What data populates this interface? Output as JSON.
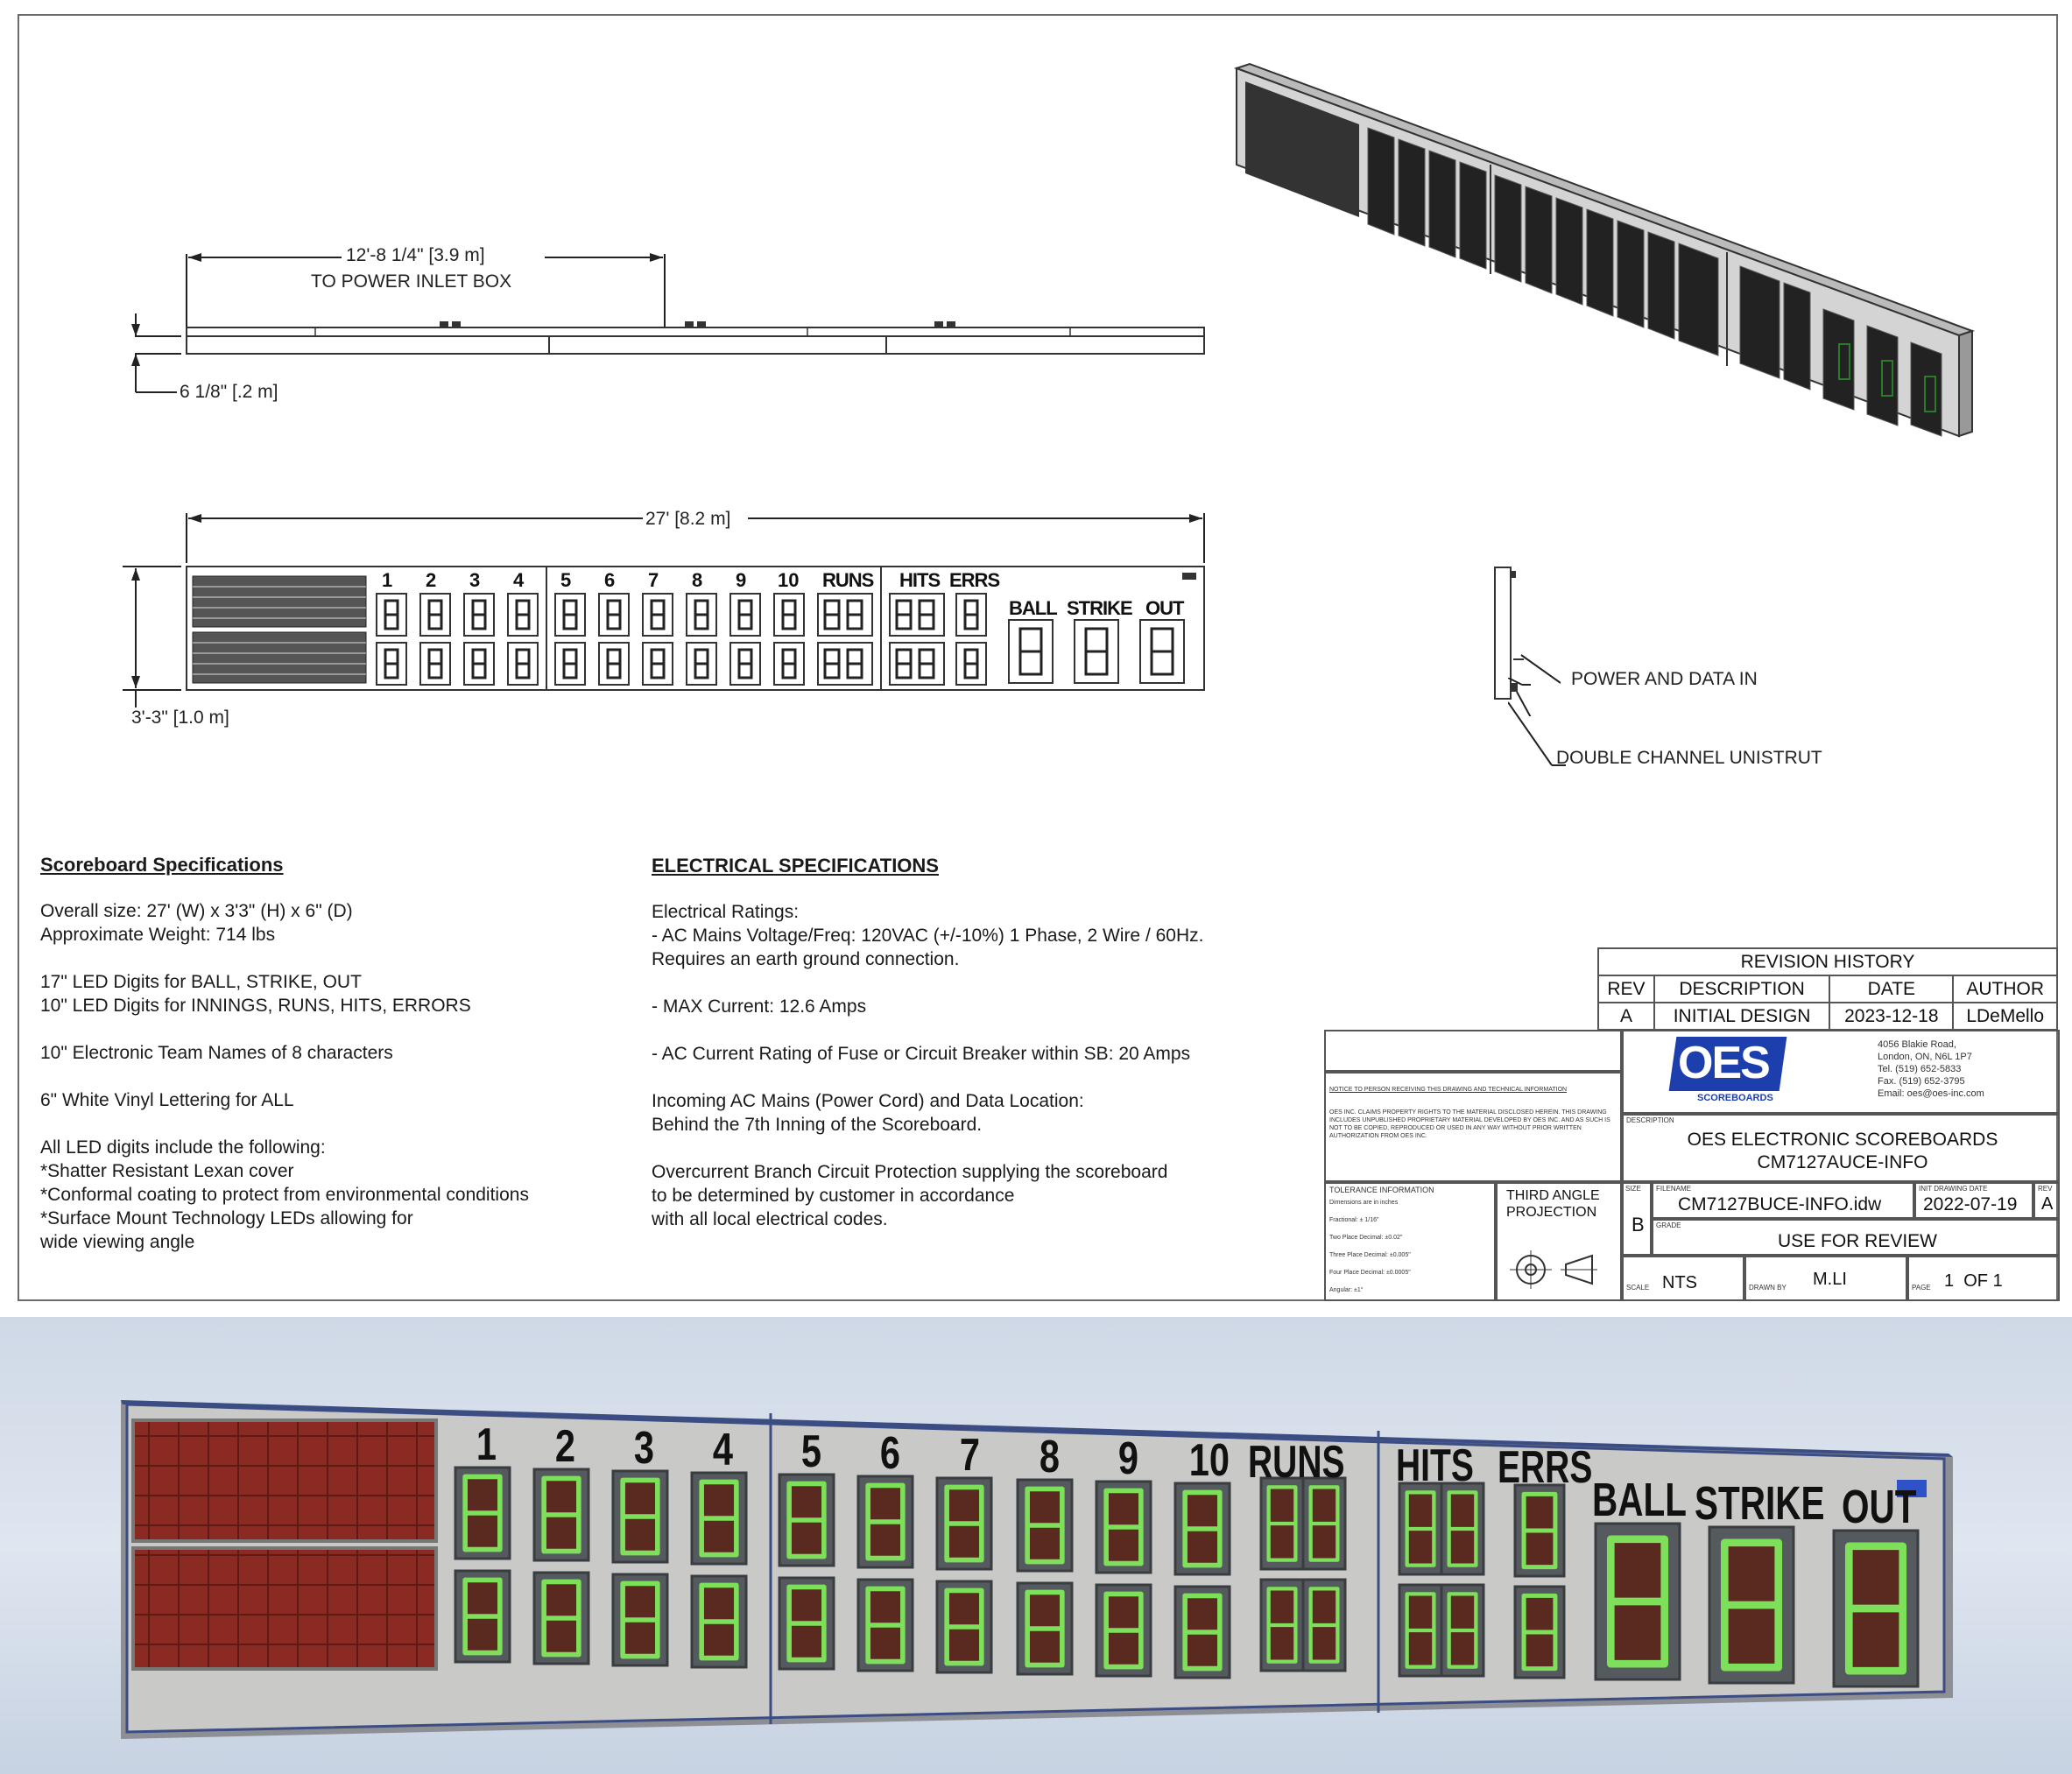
{
  "drawing": {
    "dims": {
      "power_inlet": "12'-8 1/4\" [3.9 m]",
      "power_inlet_sub": "TO POWER INLET BOX",
      "depth": "6 1/8\" [.2 m]",
      "width": "27' [8.2 m]",
      "height": "3'-3\" [1.0 m]"
    },
    "labels": {
      "power_data": "POWER AND DATA IN",
      "unistrut": "DOUBLE CHANNEL UNISTRUT"
    },
    "scoreboard": {
      "innings": [
        "1",
        "2",
        "3",
        "4",
        "5",
        "6",
        "7",
        "8",
        "9",
        "10"
      ],
      "runs": "RUNS",
      "hits": "HITS",
      "errs": "ERRS",
      "ball": "BALL",
      "strike": "STRIKE",
      "out": "OUT"
    }
  },
  "specs": {
    "scoreboard_title": "Scoreboard Specifications",
    "scoreboard_lines": [
      "Overall size: 27' (W) x 3'3\" (H) x 6\" (D)",
      "Approximate Weight: 714 lbs",
      "",
      "17\" LED Digits for BALL, STRIKE, OUT",
      "10\" LED Digits for INNINGS, RUNS, HITS, ERRORS",
      "",
      "10\" Electronic Team Names of 8 characters",
      "",
      "6\" White Vinyl Lettering for ALL",
      "",
      "All LED digits include the following:",
      "*Shatter Resistant Lexan cover",
      "*Conformal coating to protect from environmental conditions",
      "*Surface Mount Technology LEDs allowing for",
      "wide viewing angle"
    ],
    "electrical_title": "ELECTRICAL SPECIFICATIONS",
    "electrical_lines": [
      "Electrical Ratings:",
      "- AC Mains Voltage/Freq: 120VAC (+/-10%) 1 Phase, 2 Wire / 60Hz.",
      "Requires an earth ground connection.",
      "",
      "- MAX Current: 12.6 Amps",
      "",
      "- AC Current Rating of Fuse or Circuit Breaker within SB: 20 Amps",
      "",
      "Incoming AC Mains (Power Cord) and Data Location:",
      "Behind the 7th Inning of the Scoreboard.",
      "",
      "Overcurrent Branch Circuit Protection supplying the scoreboard",
      "to be determined by customer in accordance",
      "with all local electrical codes."
    ]
  },
  "title_block": {
    "revision_title": "REVISION HISTORY",
    "rev_headers": [
      "REV",
      "DESCRIPTION",
      "DATE",
      "AUTHOR"
    ],
    "rev_row": [
      "A",
      "INITIAL DESIGN",
      "2023-12-18",
      "LDeMello"
    ],
    "logo": "OES",
    "logo_sub": "SCOREBOARDS",
    "address_lines": [
      "4056 Blakie Road,",
      "London, ON, N6L 1P7",
      "Tel. (519) 652-5833",
      "Fax. (519) 652-3795",
      "Email: oes@oes-inc.com"
    ],
    "notice_title": "NOTICE TO PERSON RECEIVING THIS DRAWING AND TECHNICAL INFORMATION",
    "notice_text": "OES INC. CLAIMS PROPERTY RIGHTS TO THE MATERIAL DISCLOSED HEREIN. THIS DRAWING INCLUDES UNPUBLISHED PROPRIETARY MATERIAL DEVELOPED BY OES INC. AND AS SUCH IS NOT TO BE COPIED, REPRODUCED OR USED IN ANY WAY WITHOUT PRIOR WRITTEN AUTHORIZATION FROM OES INC.",
    "tolerance_title": "TOLERANCE INFORMATION",
    "tolerance_lines": [
      "Dimensions are in inches",
      "Fractional: ± 1/16\"",
      "Two Place Decimal: ±0.02\"",
      "Three Place Decimal: ±0.005\"",
      "Four Place Decimal: ±0.0005\"",
      "Angular: ±1°"
    ],
    "projection": "THIRD ANGLE PROJECTION",
    "description_label": "DESCRIPTION",
    "description_1": "OES ELECTRONIC SCOREBOARDS",
    "description_2": "CM7127AUCE-INFO",
    "size_label": "SIZE",
    "size": "B",
    "filename_label": "FILENAME",
    "filename": "CM7127BUCE-INFO.idw",
    "date_label": "INIT DRAWING DATE",
    "date": "2022-07-19",
    "rev_label": "REV",
    "rev": "A",
    "grade_label": "GRADE",
    "use": "USE FOR REVIEW",
    "scale_label": "SCALE",
    "scale": "NTS",
    "drawn_label": "DRAWN BY",
    "drawn": "M.LI",
    "page_label": "PAGE",
    "page": "1  OF 1"
  },
  "colors": {
    "led_green": "#7ee05a",
    "led_panel_red": "#8a2a22",
    "board_grey": "#c8c8c8"
  }
}
